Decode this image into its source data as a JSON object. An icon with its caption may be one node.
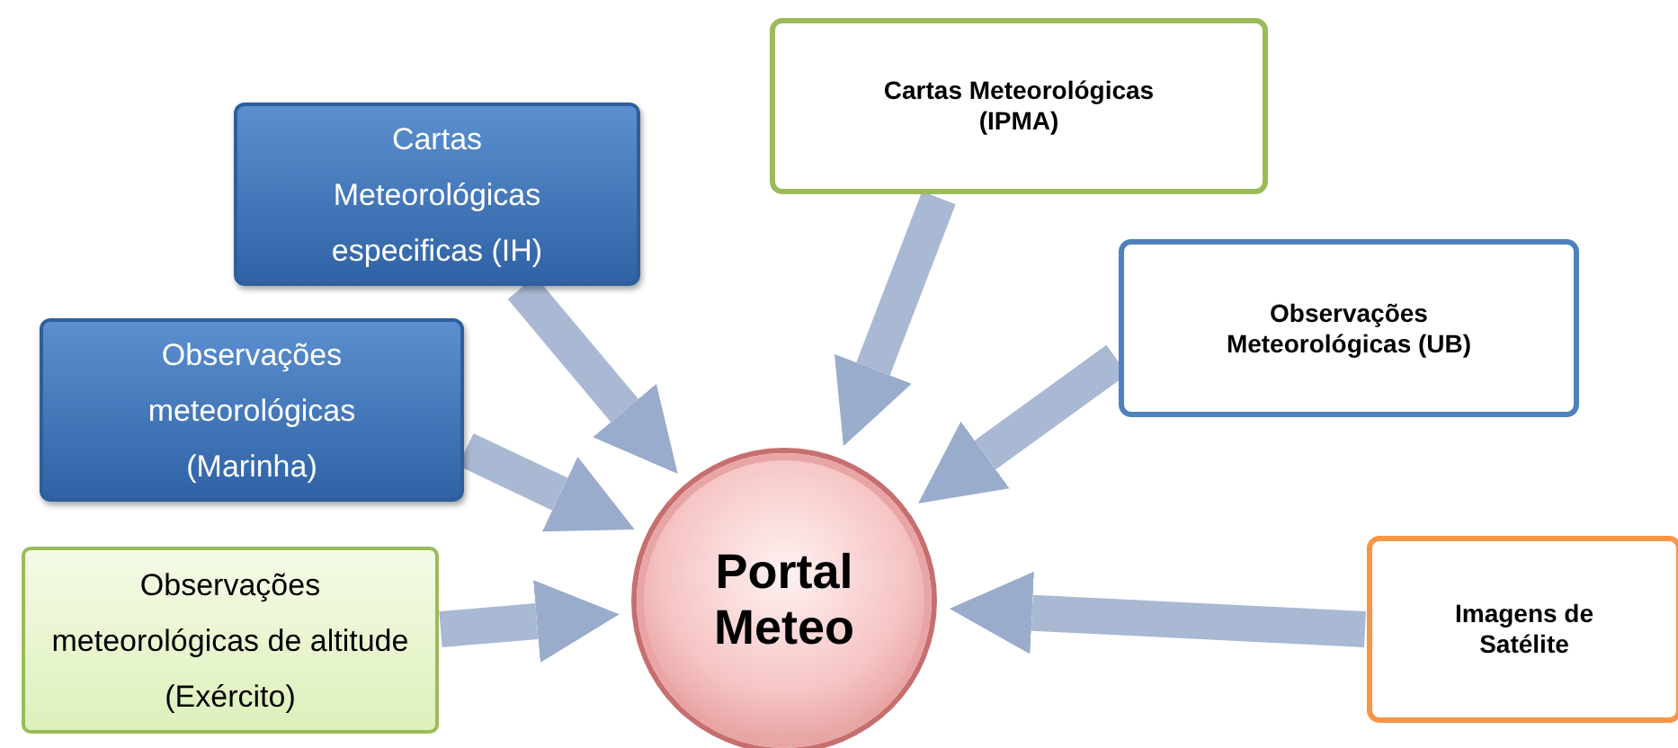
{
  "diagram": {
    "nodes": [
      {
        "text": [
          "Cartas Meteorológicas especificas (IH)"
        ]
      },
      {
        "text": [
          "Observações meteorológicas (Marinha)"
        ]
      },
      {
        "text": [
          "Observações meteorológicas de altitude (Exército)"
        ]
      },
      {
        "text": [
          "Cartas Meteorológicas (IPMA)"
        ]
      },
      {
        "text": [
          "Observações Meteorológicas (UB)"
        ]
      },
      {
        "text": [
          "Imagens de Satélite"
        ]
      },
      {
        "text": [
          "Portal Meteo"
        ]
      }
    ],
    "edges": [
      {
        "from": 0,
        "to": 6,
        "arrow": "to"
      },
      {
        "from": 1,
        "to": 6,
        "arrow": "to"
      },
      {
        "from": 2,
        "to": 6,
        "arrow": "to"
      },
      {
        "from": 3,
        "to": 6,
        "arrow": "to"
      },
      {
        "from": 4,
        "to": 6,
        "arrow": "to"
      },
      {
        "from": 5,
        "to": 6,
        "arrow": "to"
      }
    ]
  }
}
